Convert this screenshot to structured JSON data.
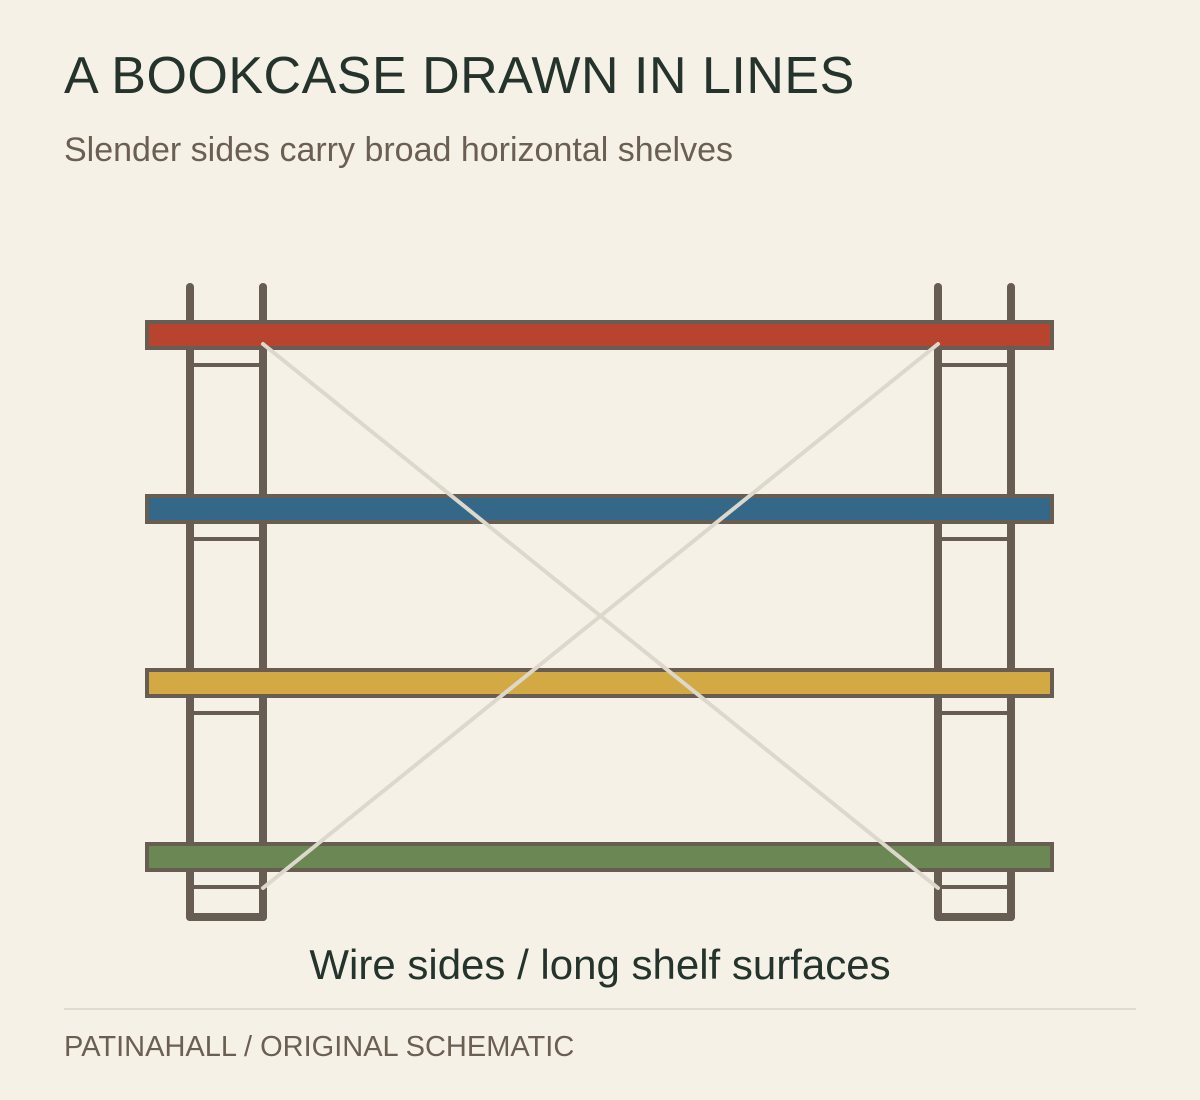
{
  "header": {
    "title": "A BOOKCASE DRAWN IN LINES",
    "subtitle": "Slender sides carry broad horizontal shelves"
  },
  "diagram": {
    "caption": "Wire sides / long shelf surfaces",
    "shelves": [
      {
        "position": "top",
        "color": "#b8432f"
      },
      {
        "position": "upper-middle",
        "color": "#356788"
      },
      {
        "position": "lower-middle",
        "color": "#d2a943"
      },
      {
        "position": "bottom",
        "color": "#6a8754"
      }
    ],
    "frame_color": "#675d53",
    "brace_color": "#dcd8cb"
  },
  "footer": {
    "credit": "PATINAHALL / ORIGINAL SCHEMATIC"
  }
}
